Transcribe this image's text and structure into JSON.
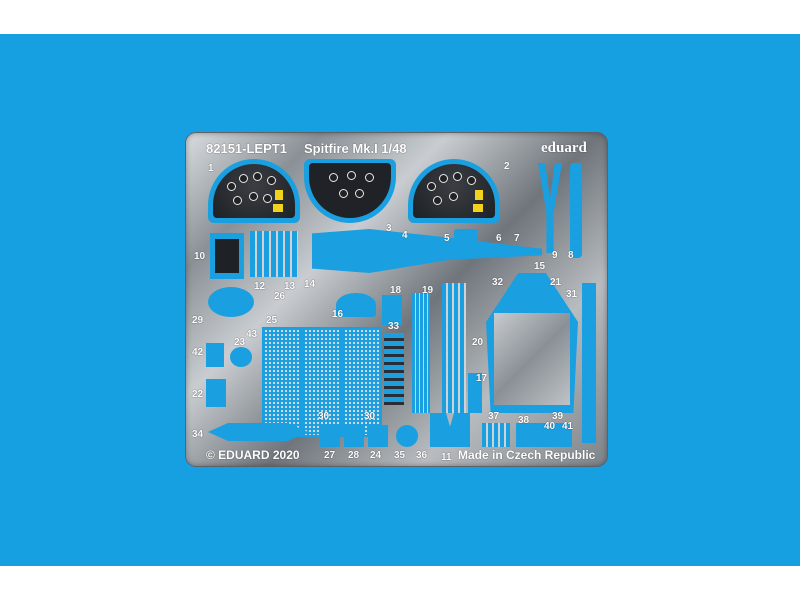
{
  "fret": {
    "code": "82151-LEPT1",
    "title": "Spitfire Mk.I  1/48",
    "brand": "eduard",
    "copyright": "© EDUARD 2020",
    "origin": "Made in Czech Republic"
  },
  "part_numbers": {
    "p1": "1",
    "p2": "2",
    "p3": "3",
    "p4": "4",
    "p5": "5",
    "p6": "6",
    "p7": "7",
    "p8": "8",
    "p9": "9",
    "p10": "10",
    "p11": "11",
    "p12": "12",
    "p13": "13",
    "p14": "14",
    "p15": "15",
    "p16": "16",
    "p17": "17",
    "p18": "18",
    "p19": "19",
    "p20": "20",
    "p21": "21",
    "p22": "22",
    "p23": "23",
    "p24": "24",
    "p25": "25",
    "p26": "26",
    "p27": "27",
    "p28": "28",
    "p29": "29",
    "p30a": "30",
    "p30b": "30",
    "p31": "31",
    "p32": "32",
    "p33": "33",
    "p34": "34",
    "p35": "35",
    "p36": "36",
    "p37": "37",
    "p38": "38",
    "p39": "39",
    "p40": "40",
    "p41": "41",
    "p42": "42",
    "p43": "43"
  }
}
